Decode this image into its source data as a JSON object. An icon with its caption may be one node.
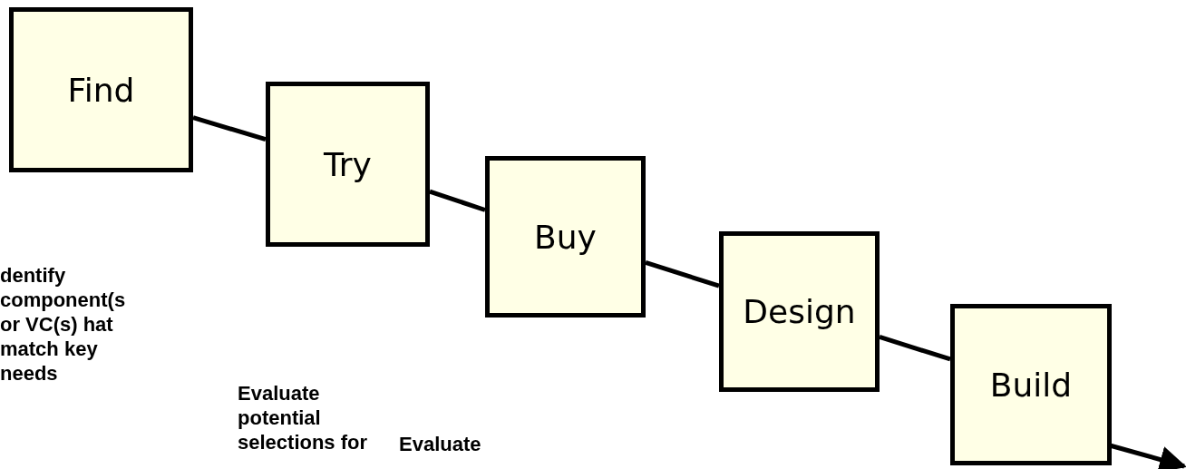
{
  "diagram": {
    "nodes": [
      {
        "text": [
          "Find"
        ]
      },
      {
        "text": [
          "Try"
        ]
      },
      {
        "text": [
          "Buy"
        ]
      },
      {
        "text": [
          "Design"
        ]
      },
      {
        "text": [
          "Build"
        ]
      }
    ],
    "edges": [
      {
        "from": 0,
        "to": 1,
        "arrow": "none"
      },
      {
        "from": 1,
        "to": 2,
        "arrow": "none"
      },
      {
        "from": 2,
        "to": 3,
        "arrow": "none"
      },
      {
        "from": 3,
        "to": 4,
        "arrow": "none"
      },
      {
        "from": 4,
        "to": null,
        "arrow": "to"
      }
    ],
    "labels": [
      "dentify component(s or VC(s) hat match key needs",
      "Evaluate potential selections for",
      "Evaluate"
    ]
  }
}
